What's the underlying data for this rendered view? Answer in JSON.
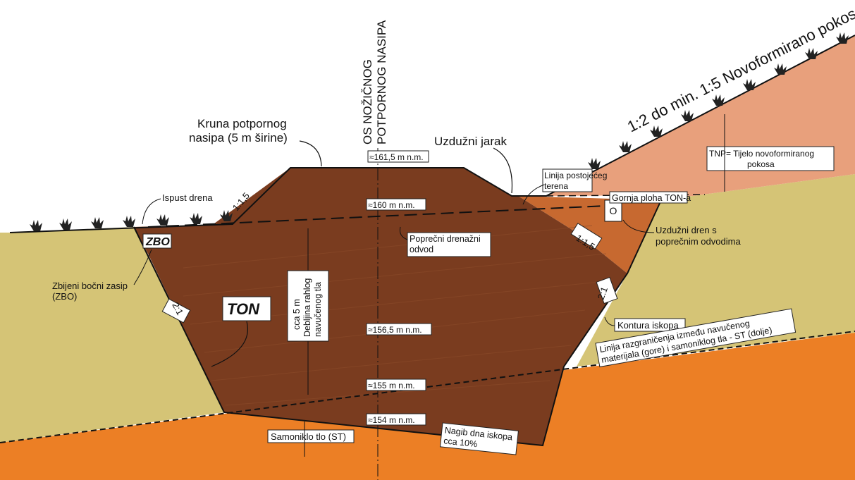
{
  "axis": {
    "line1": "OS NOŽIČNOG",
    "line2": "POTPORNOG NASIPA"
  },
  "slope_title": "1:2 do min. 1:5 Novoformirano pokos",
  "crest_label": {
    "line1": "Kruna potpornog",
    "line2": "nasipa (5 m širine)"
  },
  "longitudinal_ditch": "Uzdužni jarak",
  "existing_terrain": {
    "line1": "Linija postojećeg",
    "line2": "terena"
  },
  "top_surface": "Gornja ploha TON-a",
  "tnp": {
    "line1": "TNP= Tijelo novoformiranog",
    "line2": "pokosa"
  },
  "elevations": {
    "e1615": "≈161,5 m n.m.",
    "e160": "≈160 m n.m.",
    "e1565": "≈156,5 m n.m.",
    "e155": "≈155 m n.m.",
    "e154": "≈154 m n.m."
  },
  "ratios": {
    "top_left": "1:1,5",
    "right_upper": "1:1,5",
    "left_lower": "2:1",
    "right_lower": "2:1"
  },
  "drain_outlet": "Ispust drena",
  "zbo_tag": "ZBO",
  "zbo_desc": {
    "line1": "Zbijeni bočni zasip",
    "line2": "(ZBO)"
  },
  "cross_drain": {
    "line1": "Poprečni drenažni",
    "line2": "odvod"
  },
  "long_drain": {
    "line1": "Uzdužni dren s",
    "line2": "poprečnim odvodima"
  },
  "thickness": {
    "line1": "cca 5 m",
    "line2": "Debljina rahlog",
    "line3": "navučenog tla"
  },
  "ton_tag": "TON",
  "excavation_contour": "Kontura iskopa",
  "boundary": {
    "line1": "Linija razgraničenja između navučenog",
    "line2": "materijala (gore) i samoniklog tla - ST (dolje)"
  },
  "native_soil": "Samoniklo tlo (ST)",
  "bottom_slope": {
    "line1": "Nagib dna iskopa",
    "line2": "cca 10%"
  },
  "drain_symbol": "O",
  "colors": {
    "fill_brown": "#7a3c1f",
    "native_orange": "#ec7f25",
    "khaki": "#d5c476",
    "salmon": "#e8a07c",
    "backfill_orange": "#c76930"
  }
}
